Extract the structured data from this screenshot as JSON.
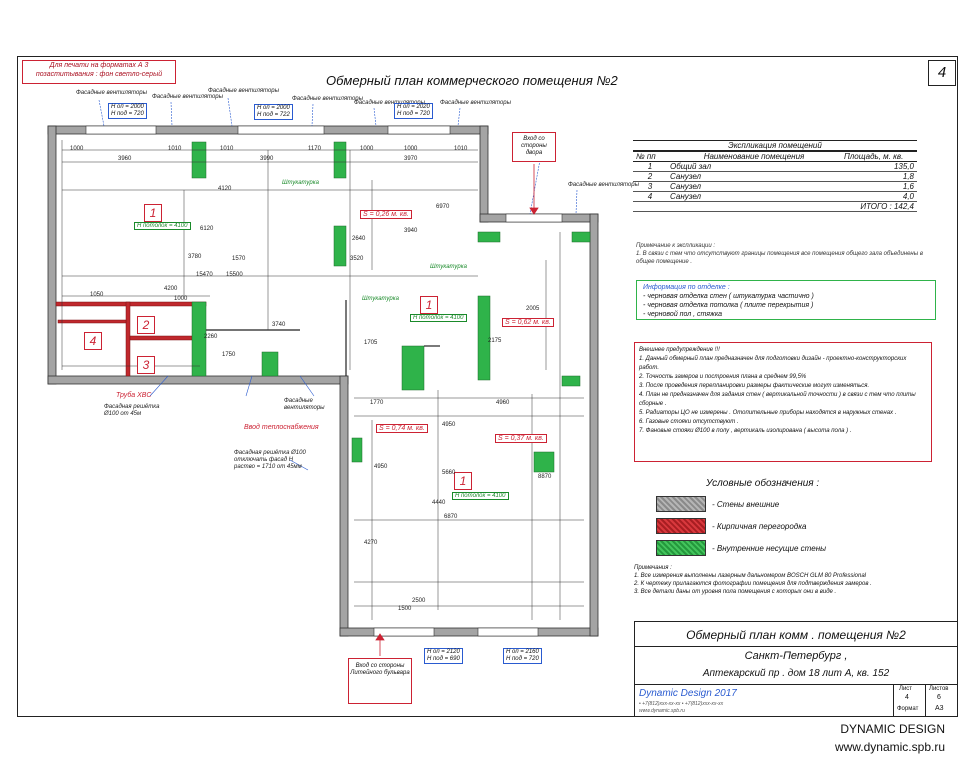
{
  "sheet": {
    "note_top": "Для печати на форматах А 3 позаститывания : фон светло-серый",
    "sheet_number": "4",
    "plan_title": "Обмерный план коммерческого помещения  №2"
  },
  "plan": {
    "top_labels": [
      {
        "text": "Фасадные вентиляторы"
      },
      {
        "text": "Фасадные вентиляторы"
      },
      {
        "text": "Фасадные вентиляторы"
      },
      {
        "text": "Фасадные вентиляторы"
      },
      {
        "text": "Фасадные вентиляторы"
      },
      {
        "text": "Фасадные вентиляторы"
      },
      {
        "text": "Фасадные вентиляторы"
      }
    ],
    "window_tags": [
      {
        "line1": "Н оп = 2000",
        "line2": "Н под = 720"
      },
      {
        "line1": "Н оп = 2000",
        "line2": "Н под = 722"
      },
      {
        "line1": "Н оп = 2020",
        "line2": "Н под = 720"
      }
    ],
    "entrance_top": "Вход со стороны двора",
    "room_numbers": [
      "1",
      "1",
      "1",
      "2",
      "3",
      "4"
    ],
    "room_tags": [
      "Н потолок = 4100",
      "Н потолок = 4100",
      "Н потолок = 4100"
    ],
    "s_tags": [
      "S = 0,26 м. кв.",
      "S = 0,62 м. кв.",
      "S = 0,74 м. кв.",
      "S = 0,37 м. кв."
    ],
    "green_labels": [
      "Штукатурка",
      "Штукатурка",
      "Штукатурка"
    ],
    "dims_top": [
      "1000",
      "1010",
      "3960",
      "3990",
      "1010",
      "1170",
      "1000",
      "1010",
      "3970",
      "1000"
    ],
    "dims_misc": [
      "4120",
      "6970",
      "6120",
      "3780",
      "1570",
      "3520",
      "15470",
      "15500",
      "4200",
      "1050",
      "1000",
      "2260",
      "3940",
      "3740",
      "1750",
      "2640",
      "4960",
      "5660",
      "4950",
      "6870",
      "4440",
      "4270",
      "2500",
      "1500",
      "2175",
      "8870",
      "1705",
      "1770",
      "4950",
      "2005"
    ],
    "left_labels": [
      "Труба ХВС",
      "Фасадная решётка Ø100 от 45м",
      "Ввод теплоснабжения",
      "Фасадные вентиляторы",
      "Фасадная решётка Ø100 отключать фасад Н раство = 1710 от 45мм"
    ],
    "bottom_tags": [
      {
        "line1": "Н оп = 2120",
        "line2": "Н под = 690"
      },
      {
        "line1": "Н оп = 2160",
        "line2": "Н под = 720"
      }
    ],
    "entrance_bottom": "Вход со стороны Литейного бульвара"
  },
  "explication": {
    "title": "Экспликация помещений",
    "headers": [
      "№ пп",
      "Наименование помещения",
      "Площадь, м. кв."
    ],
    "rows": [
      {
        "n": "1",
        "name": "Общий зал",
        "area": "135,0"
      },
      {
        "n": "2",
        "name": "Санузел",
        "area": "1,8"
      },
      {
        "n": "3",
        "name": "Санузел",
        "area": "1,6"
      },
      {
        "n": "4",
        "name": "Санузел",
        "area": "4,0"
      }
    ],
    "total": "ИТОГО :   142,4"
  },
  "notes1": {
    "title": "Примечание к экспликации :",
    "text": "1. В связи с тем что отсутствуют границы помещения все помещения общего зала объединены в общее помещение ."
  },
  "finishing": {
    "title": "Информация по отделке :",
    "items": [
      "- черновая отделка стен  ( штукатурка частично )",
      "- черновая отделка потолка  ( плите перекрытия )",
      "- черновой пол , стяжка"
    ]
  },
  "remarks": {
    "title": "Внешнее предупреждение  !!!",
    "items": [
      "1. Данный обмерный план предназначен для подготовки дизайн - проектно-конструкторских работ.",
      "2. Точность замеров и построения плана в среднем   99,5%",
      "3. После проведения перепланировки размеры фактические могут изменяться.",
      "4. План не предназначен для задания стен ( вертикальной точности ) в связи с тем что плиты сборные .",
      "5. Радиаторы ЦО не измерены . Отопительные приборы находятся в наружных стенах .",
      "6. Газовые стояки отсутствуют .",
      "7. Фановые стояки Ø100 в полу , вертикаль изолирована ( высота пола ) ."
    ]
  },
  "legend": {
    "title": "Условные обозначения :",
    "items": [
      {
        "label": "- Стены внешние",
        "color": "#9a9a9a"
      },
      {
        "label": "- Кирпичная перегородка",
        "color": "#c0282d"
      },
      {
        "label": "- Внутренние несущие стены",
        "color": "#2fb34a"
      }
    ]
  },
  "notes2": {
    "title": "Примечания :",
    "items": [
      "1. Все измерения выполнены лазерным дальномером      BOSCH GLM 80 Professional",
      "2. К чертежу прилагаются фотографии      помещения для подтверждения замеров .",
      "3. Все детали даны от уровня пола помещения с которых они в виде ."
    ]
  },
  "title_block": {
    "main": "Обмерный план комм . помещения №2",
    "city": "Санкт-Петербург ,",
    "address": "Аптекарский пр . дом 18 лит А, кв. 152",
    "company": "Dynamic Design 2017",
    "sub1": "• +7(812)xxx-xx-xx  • +7(812)xxx-xx-xx",
    "sub2": "www.dynamic.spb.ru",
    "cells": [
      "Лист",
      "Листов",
      "4",
      "6",
      "Формат",
      "А3"
    ]
  },
  "watermark": {
    "line1": "DYNAMIC DESIGN",
    "line2": "www.dynamic.spb.ru"
  }
}
